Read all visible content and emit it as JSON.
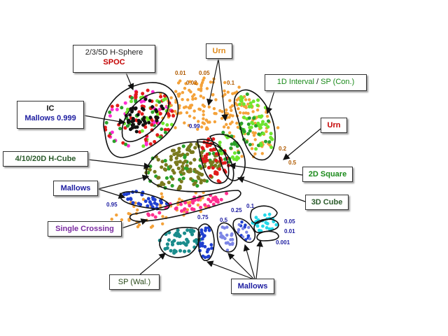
{
  "colors": {
    "orange": "#f4a23a",
    "red": "#e21b1b",
    "black": "#111111",
    "magenta": "#ff2fd2",
    "green": "#2aa12a",
    "lightgreen": "#6ee62e",
    "olive": "#7a7a1e",
    "blue": "#1f3fd0",
    "pink": "#ff2f8f",
    "teal": "#1a8c8c",
    "cyan": "#23d8e8",
    "lavender": "#7d86e6",
    "darkred": "#c40000",
    "darkgreen": "#2a7a2a",
    "purple": "#7a2aa0",
    "navy": "#1c1ca0",
    "brown": "#b05a00",
    "olivetext": "#3a4a1a"
  },
  "labels": {
    "hsphere_line1": "2/3/5D H-Sphere",
    "hsphere_line2": "SPOC",
    "ic_line1": "IC",
    "ic_line2": "Mallows 0.999",
    "urn_top": "Urn",
    "interval": "1D Interval",
    "interval_sep": " / ",
    "sp_con": "SP (Con.)",
    "urn_right": "Urn",
    "hcube": "4/10/20D H-Cube",
    "mallows_left": "Mallows",
    "square2d": "2D Square",
    "cube3d": "3D Cube",
    "single_crossing": "Single Crossing",
    "sp_wal": "SP (Wal.)",
    "mallows_bottom": "Mallows"
  },
  "numbers": {
    "n001": "0.01",
    "n005": "0.05",
    "n002": "0.02",
    "n01_urn": "0.1",
    "n099": "0.99",
    "n02": "0.2",
    "n05_urn": "0.5",
    "n095": "0.95",
    "n075": "0.75",
    "n05": "0.5",
    "n025": "0.25",
    "n01": "0.1",
    "n005b": "0.05",
    "n001b": "0.01",
    "n0001": "0.001"
  }
}
